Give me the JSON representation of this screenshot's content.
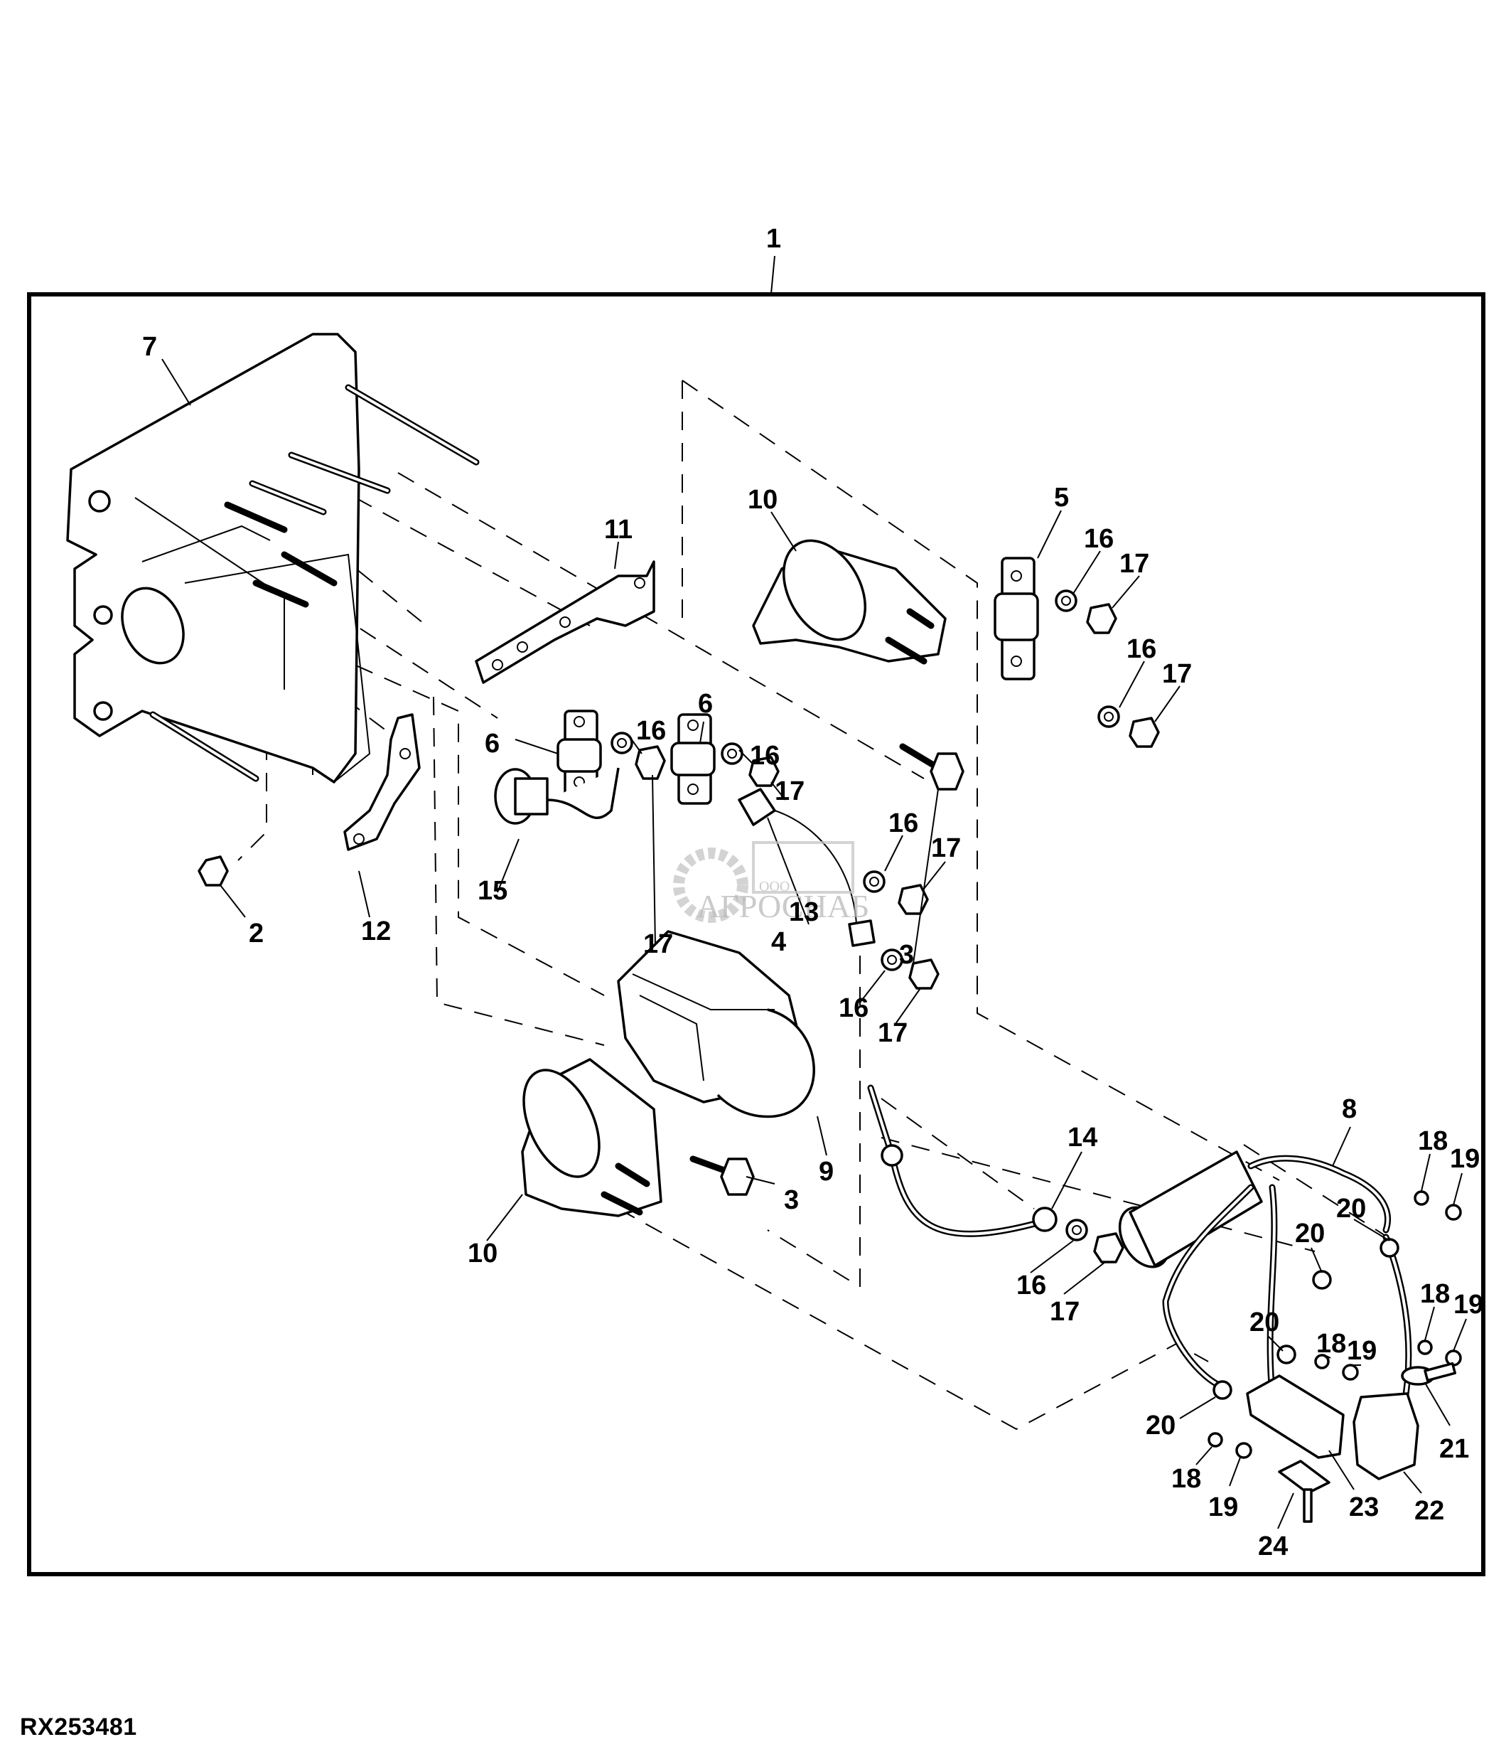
{
  "figure": {
    "id": "RX253481",
    "watermark": {
      "prefix": "ООО",
      "name": "АГРОСНАБ"
    }
  },
  "callouts": [
    {
      "key": "c1",
      "label": "1"
    },
    {
      "key": "c7",
      "label": "7"
    },
    {
      "key": "c11",
      "label": "11"
    },
    {
      "key": "c10a",
      "label": "10"
    },
    {
      "key": "c5",
      "label": "5"
    },
    {
      "key": "c16a",
      "label": "16"
    },
    {
      "key": "c17a",
      "label": "17"
    },
    {
      "key": "c16b",
      "label": "16"
    },
    {
      "key": "c17b",
      "label": "17"
    },
    {
      "key": "c6a",
      "label": "6"
    },
    {
      "key": "c16c",
      "label": "16"
    },
    {
      "key": "c16d",
      "label": "16"
    },
    {
      "key": "c17c",
      "label": "17"
    },
    {
      "key": "c6b",
      "label": "6"
    },
    {
      "key": "c17d",
      "label": "17"
    },
    {
      "key": "c13",
      "label": "13"
    },
    {
      "key": "c3a",
      "label": "3"
    },
    {
      "key": "c15",
      "label": "15"
    },
    {
      "key": "c16e",
      "label": "16"
    },
    {
      "key": "c17e",
      "label": "17"
    },
    {
      "key": "c2",
      "label": "2"
    },
    {
      "key": "c12",
      "label": "12"
    },
    {
      "key": "c4",
      "label": "4"
    },
    {
      "key": "c16f",
      "label": "16"
    },
    {
      "key": "c17f",
      "label": "17"
    },
    {
      "key": "c8",
      "label": "8"
    },
    {
      "key": "c18a",
      "label": "18"
    },
    {
      "key": "c19a",
      "label": "19"
    },
    {
      "key": "c14",
      "label": "14"
    },
    {
      "key": "c20a",
      "label": "20"
    },
    {
      "key": "c20b",
      "label": "20"
    },
    {
      "key": "c9",
      "label": "9"
    },
    {
      "key": "c3b",
      "label": "3"
    },
    {
      "key": "c10b",
      "label": "10"
    },
    {
      "key": "c16g",
      "label": "16"
    },
    {
      "key": "c17g",
      "label": "17"
    },
    {
      "key": "c18b",
      "label": "18"
    },
    {
      "key": "c19b",
      "label": "19"
    },
    {
      "key": "c20c",
      "label": "20"
    },
    {
      "key": "c18c",
      "label": "18"
    },
    {
      "key": "c19c",
      "label": "19"
    },
    {
      "key": "c21",
      "label": "21"
    },
    {
      "key": "c20d",
      "label": "20"
    },
    {
      "key": "c23",
      "label": "23"
    },
    {
      "key": "c22",
      "label": "22"
    },
    {
      "key": "c18d",
      "label": "18"
    },
    {
      "key": "c19d",
      "label": "19"
    },
    {
      "key": "c24",
      "label": "24"
    }
  ],
  "colors": {
    "ink": "#000000",
    "paper": "#ffffff",
    "watermark": "#b9b9b9"
  }
}
